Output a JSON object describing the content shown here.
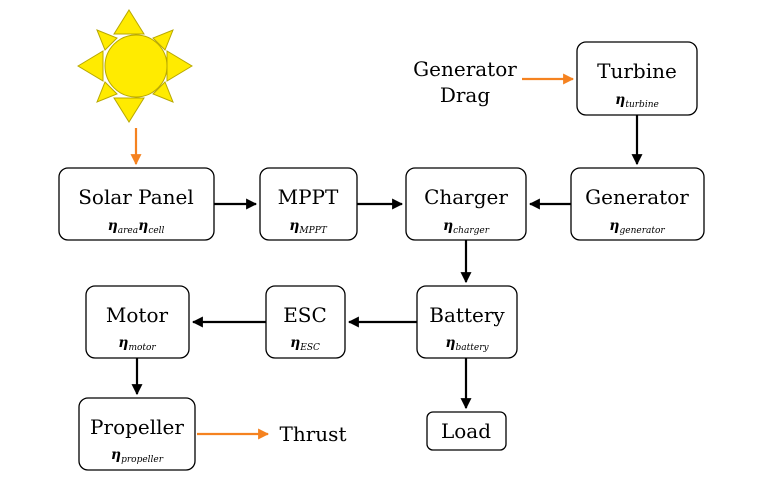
{
  "colors": {
    "flow_arrow": "#000000",
    "external_arrow": "#f58220",
    "sun_fill": "#ffeb00",
    "sun_stroke": "#b8a800"
  },
  "icons": {
    "sun": "sun-icon"
  },
  "blocks": {
    "solar_panel": {
      "label": "Solar Panel",
      "eta": "η",
      "sub1": "area",
      "eta2": "η",
      "sub2": "cell"
    },
    "mppt": {
      "label": "MPPT",
      "eta": "η",
      "sub": "MPPT"
    },
    "charger": {
      "label": "Charger",
      "eta": "η",
      "sub": "charger"
    },
    "generator": {
      "label": "Generator",
      "eta": "η",
      "sub": "generator"
    },
    "turbine": {
      "label": "Turbine",
      "eta": "η",
      "sub": "turbine"
    },
    "battery": {
      "label": "Battery",
      "eta": "η",
      "sub": "battery"
    },
    "esc": {
      "label": "ESC",
      "eta": "η",
      "sub": "ESC"
    },
    "motor": {
      "label": "Motor",
      "eta": "η",
      "sub": "motor"
    },
    "propeller": {
      "label": "Propeller",
      "eta": "η",
      "sub": "propeller"
    },
    "load": {
      "label": "Load"
    }
  },
  "inputs": {
    "generator_drag_line1": "Generator",
    "generator_drag_line2": "Drag"
  },
  "outputs": {
    "thrust": "Thrust"
  }
}
